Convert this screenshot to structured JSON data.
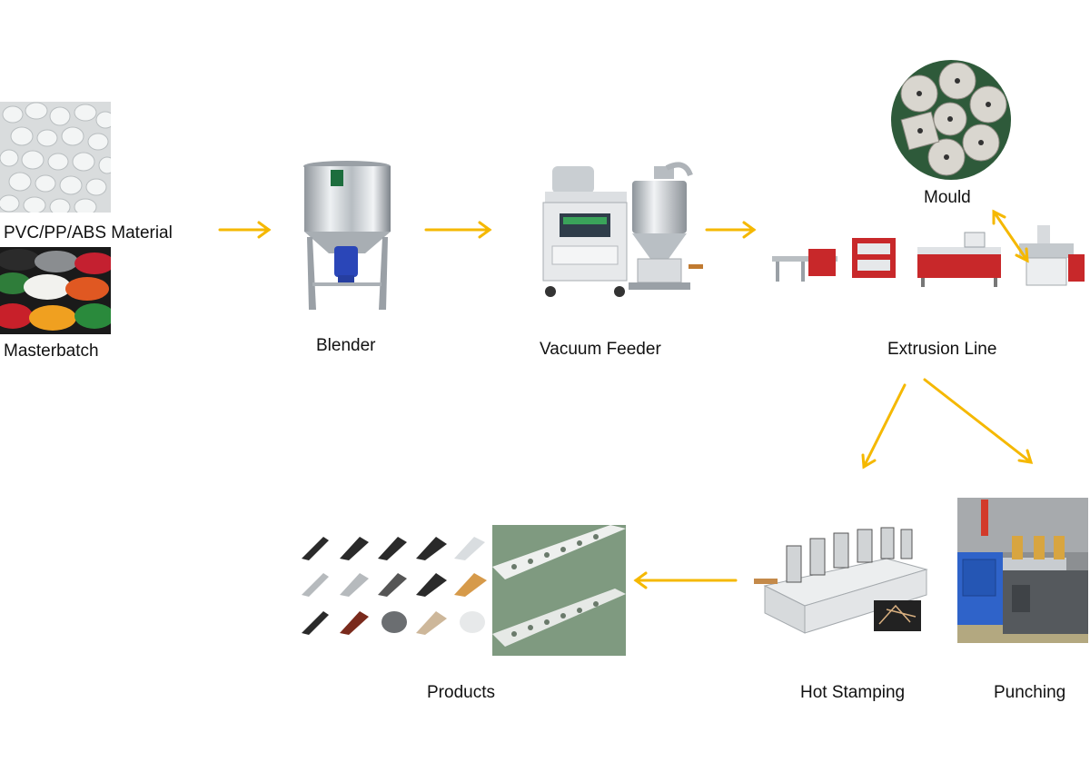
{
  "labels": {
    "material": "PVC/PP/ABS Material",
    "masterbatch": "Masterbatch",
    "blender": "Blender",
    "vacuum_feeder": "Vacuum Feeder",
    "mould": "Mould",
    "extrusion_line": "Extrusion Line",
    "products": "Products",
    "hot_stamping": "Hot Stamping",
    "punching": "Punching"
  },
  "colors": {
    "arrow": "#f5b800",
    "machine_red": "#c8282a",
    "steel": "#c9ced3",
    "motor_blue": "#2a46b8",
    "punch_blue": "#2f63c9",
    "mould_green": "#2e5a3a"
  }
}
